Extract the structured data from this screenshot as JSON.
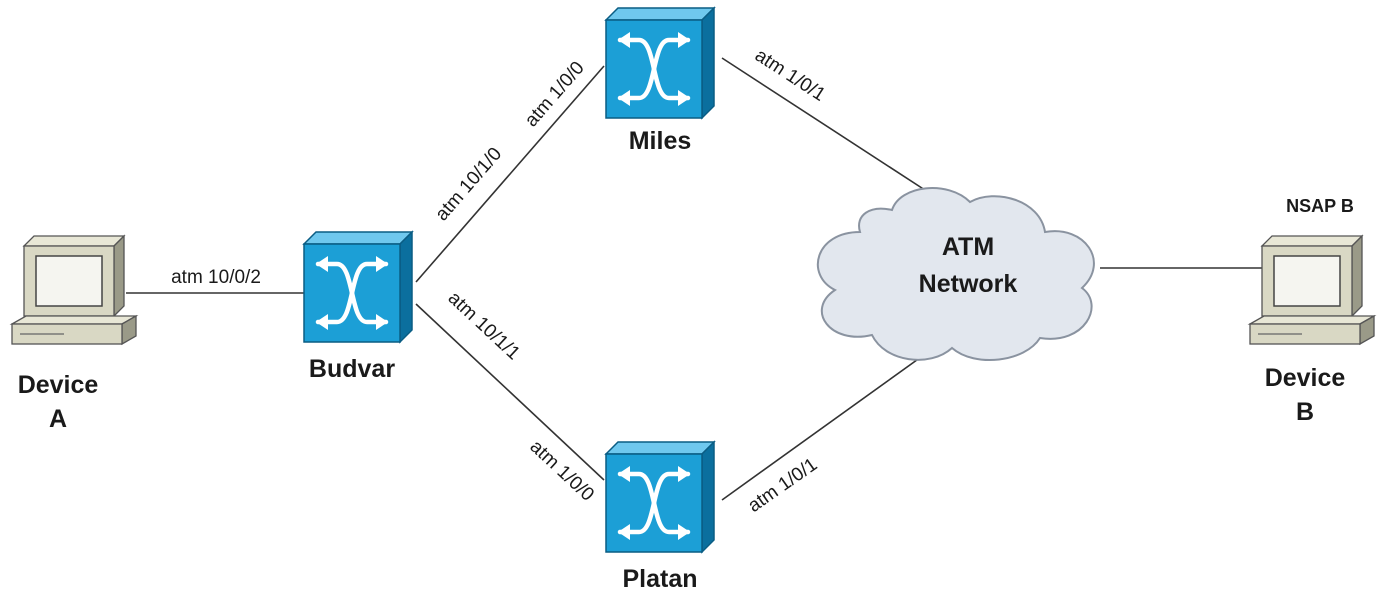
{
  "nodes": {
    "device_a": {
      "label_line1": "Device",
      "label_line2": "A"
    },
    "device_b": {
      "label_line1": "Device",
      "label_line2": "B",
      "nsap": "NSAP B"
    },
    "budvar": {
      "label": "Budvar"
    },
    "miles": {
      "label": "Miles"
    },
    "platan": {
      "label": "Platan"
    },
    "atm_network": {
      "label_line1": "ATM",
      "label_line2": "Network"
    }
  },
  "links": {
    "device_a_budvar": "atm 10/0/2",
    "budvar_miles": "atm 10/1/0",
    "miles_budvar": "atm 1/0/0",
    "miles_cloud": "atm 1/0/1",
    "budvar_platan": "atm 10/1/1",
    "platan_budvar": "atm 1/0/0",
    "platan_cloud": "atm 1/0/1"
  },
  "colors": {
    "switch_front": "#1c9fd6",
    "switch_top": "#6fc8ee",
    "switch_side": "#0b6f9e",
    "pc_body": "#d9d8c4",
    "pc_shadow": "#9a9a88",
    "cloud_fill": "#e2e7ee",
    "line": "#333333"
  },
  "icons": {
    "switch": "atm-switch-icon",
    "pc": "workstation-icon",
    "cloud": "cloud-icon"
  }
}
